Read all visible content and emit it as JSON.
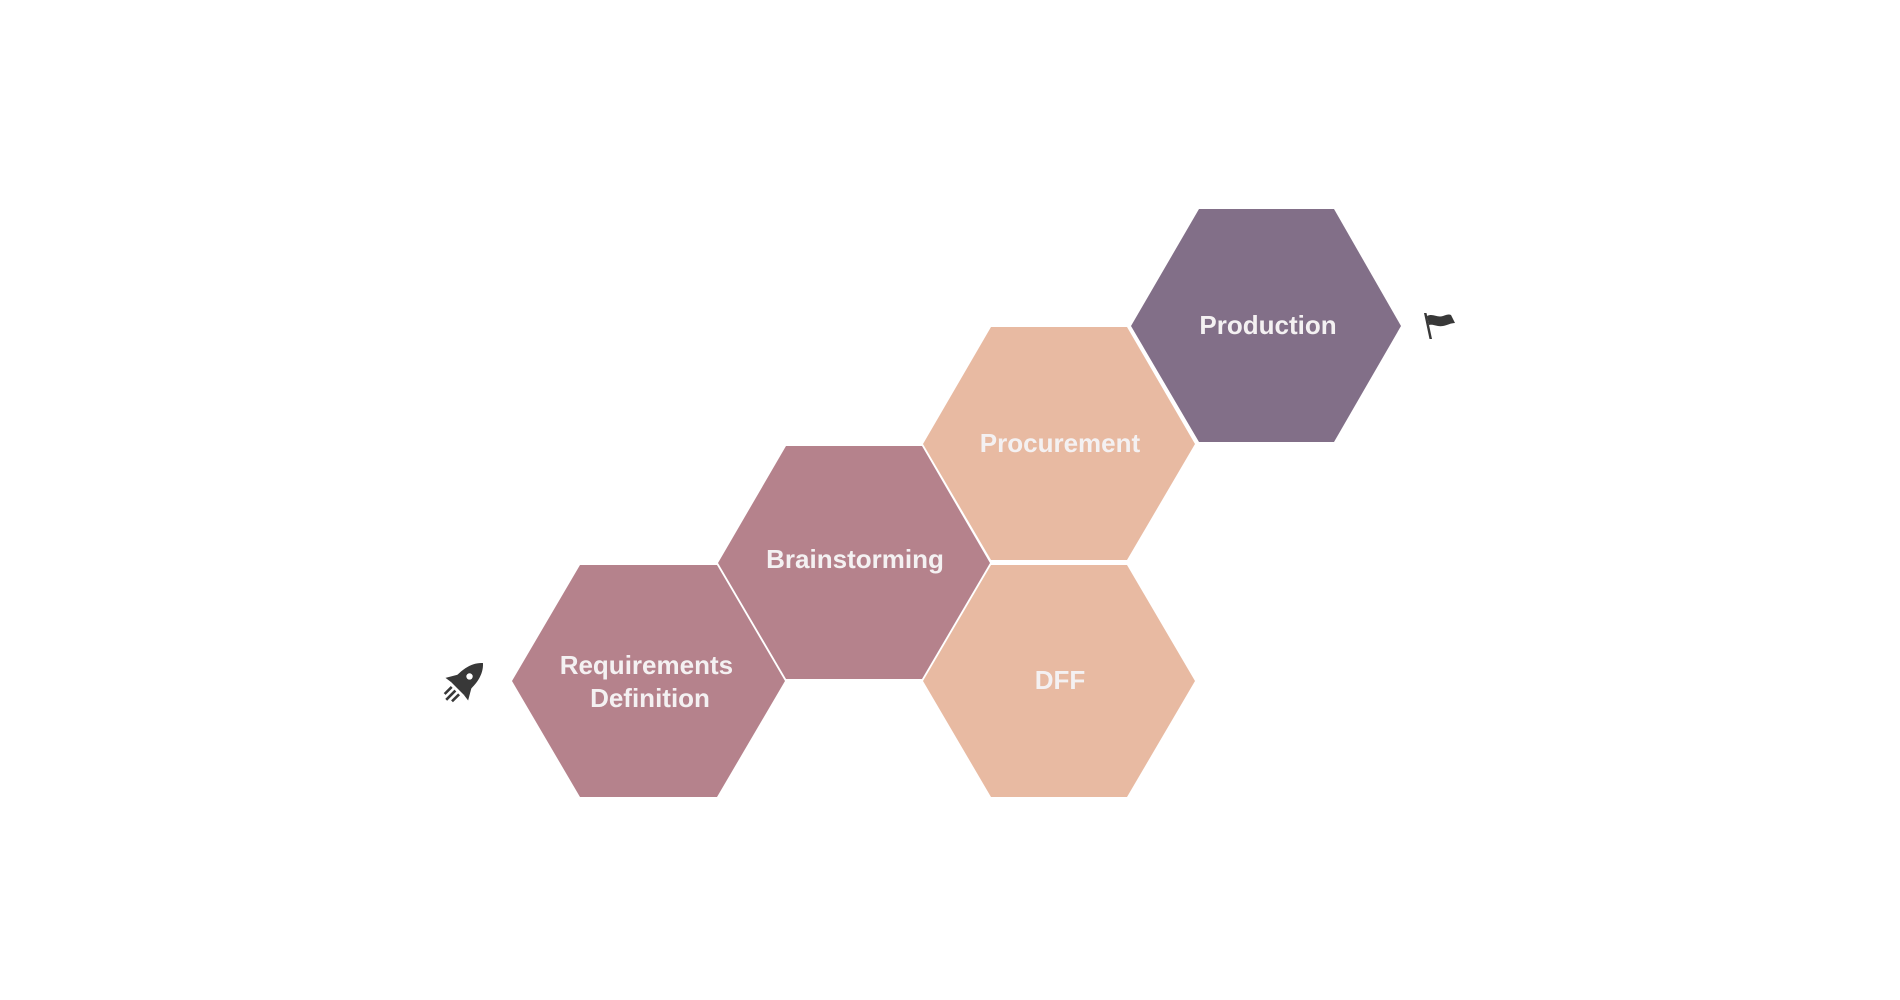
{
  "diagram": {
    "steps": [
      {
        "id": "requirements",
        "lines": [
          "Requirements",
          "Definition"
        ],
        "color": "#b5828c"
      },
      {
        "id": "brainstorming",
        "lines": [
          "Brainstorming"
        ],
        "color": "#b5828c"
      },
      {
        "id": "procurement",
        "lines": [
          "Procurement"
        ],
        "color": "#e8baa2"
      },
      {
        "id": "dff",
        "lines": [
          "DFF"
        ],
        "color": "#e8baa2"
      },
      {
        "id": "production",
        "lines": [
          "Production"
        ],
        "color": "#826f88"
      }
    ],
    "start_icon": "rocket-icon",
    "end_icon": "flag-icon",
    "label_color": "#f4f1f2",
    "icon_color": "#383838"
  }
}
